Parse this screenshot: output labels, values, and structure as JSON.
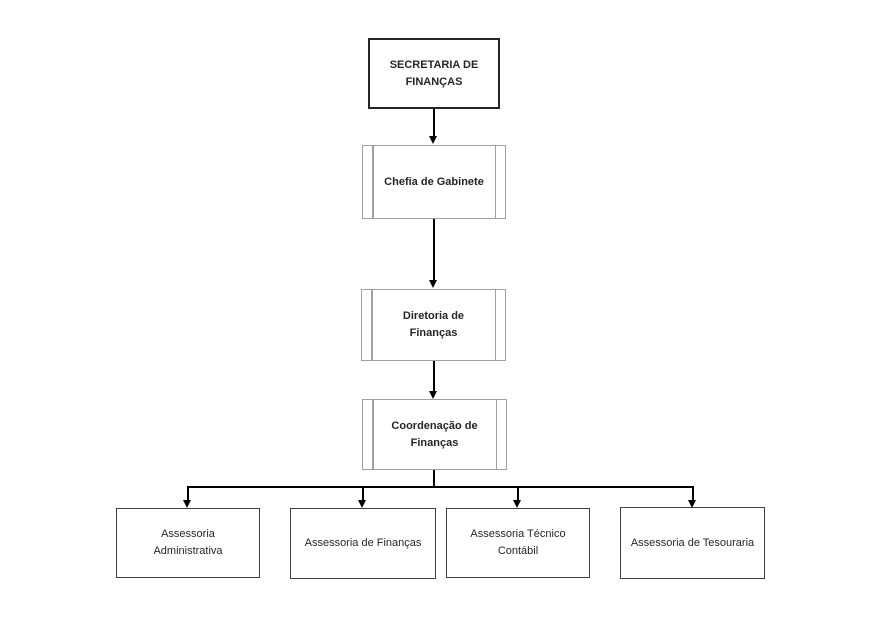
{
  "diagram": {
    "type": "org-chart",
    "nodes": [
      {
        "id": "secretaria-de-financas",
        "lines": [
          "SECRETARIA DE",
          "FINANÇAS"
        ],
        "label": "SECRETARIA DE FINANÇAS",
        "level": "root"
      },
      {
        "id": "chefia-de-gabinete",
        "lines": [
          "Chefia de Gabinete"
        ],
        "label": "Chefia de Gabinete",
        "level": "mid"
      },
      {
        "id": "diretoria-de-financas",
        "lines": [
          "Diretoria de",
          "Finanças"
        ],
        "label": "Diretoria de Finanças",
        "level": "mid"
      },
      {
        "id": "coordenacao-de-financas",
        "lines": [
          "Coordenação de",
          "Finanças"
        ],
        "label": "Coordenação de Finanças",
        "level": "mid"
      },
      {
        "id": "assessoria-administrativa",
        "lines": [
          "Assessoria",
          "Administrativa"
        ],
        "label": "Assessoria Administrativa",
        "level": "leaf"
      },
      {
        "id": "assessoria-de-financas",
        "lines": [
          "Assessoria de Finanças"
        ],
        "label": "Assessoria de Finanças",
        "level": "leaf"
      },
      {
        "id": "assessoria-tecnico-contabil",
        "lines": [
          "Assessoria Técnico",
          "Contábil"
        ],
        "label": "Assessoria Técnico Contábil",
        "level": "leaf"
      },
      {
        "id": "assessoria-de-tesouraria",
        "lines": [
          "Assessoria de Tesouraria"
        ],
        "label": "Assessoria de Tesouraria",
        "level": "leaf"
      }
    ],
    "edges": [
      {
        "from": "secretaria-de-financas",
        "to": "chefia-de-gabinete"
      },
      {
        "from": "chefia-de-gabinete",
        "to": "diretoria-de-financas"
      },
      {
        "from": "diretoria-de-financas",
        "to": "coordenacao-de-financas"
      },
      {
        "from": "coordenacao-de-financas",
        "to": "assessoria-administrativa"
      },
      {
        "from": "coordenacao-de-financas",
        "to": "assessoria-de-financas"
      },
      {
        "from": "coordenacao-de-financas",
        "to": "assessoria-tecnico-contabil"
      },
      {
        "from": "coordenacao-de-financas",
        "to": "assessoria-de-tesouraria"
      }
    ],
    "colors": {
      "background": "#ffffff",
      "root_border": "#262626",
      "mid_border": "#a0a0a0",
      "leaf_border": "#404040",
      "text": "#262626",
      "connector": "#000000"
    }
  }
}
